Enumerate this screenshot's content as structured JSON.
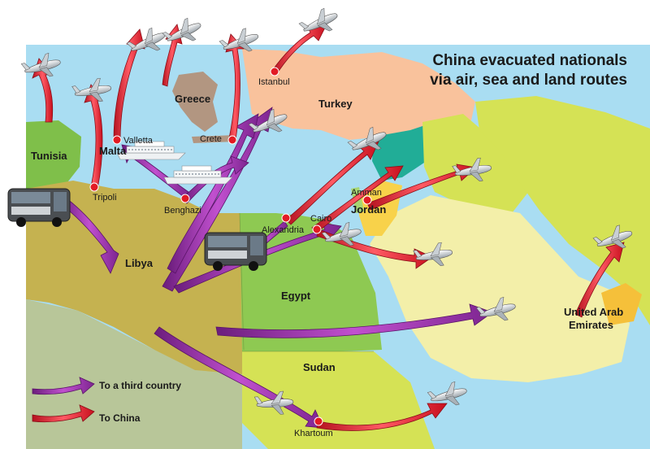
{
  "title": [
    "China evacuated nationals",
    "via air, sea and land routes"
  ],
  "countries": {
    "greece": "Greece",
    "turkey": "Turkey",
    "tunisia": "Tunisia",
    "malta": "Malta",
    "libya": "Libya",
    "egypt": "Egypt",
    "jordan": "Jordan",
    "sudan": "Sudan",
    "uae": [
      "United Arab",
      "Emirates"
    ]
  },
  "cities": {
    "istanbul": "Istanbul",
    "valletta": "Valletta",
    "crete": "Crete",
    "tripoli": "Tripoli",
    "benghazi": "Benghazi",
    "amman": "Amman",
    "cairo": "Cairo",
    "alexandria": "Alexandria",
    "khartoum": "Khartoum"
  },
  "legend": {
    "third_country": "To a third country",
    "to_china": "To China"
  },
  "colors": {
    "sea": "#a9ddf2",
    "to_china_arrow": "#e0263a",
    "third_country_arrow": "#8a2b9c",
    "city_dot": "#e21b24"
  },
  "icons": [
    "airplane-icon",
    "bus-icon",
    "ferry-icon"
  ]
}
